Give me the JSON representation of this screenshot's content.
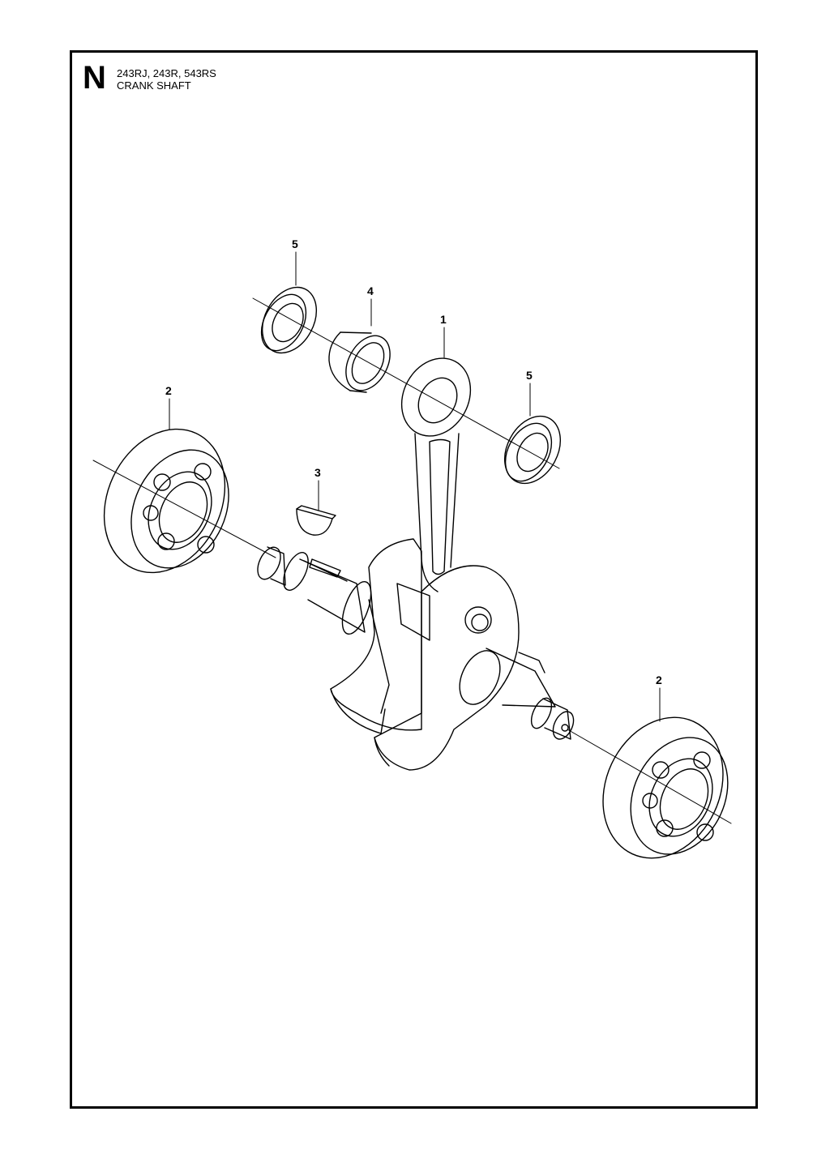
{
  "header": {
    "section_letter": "N",
    "models": "243RJ, 243R, 543RS",
    "title": "CRANK SHAFT"
  },
  "callouts": [
    {
      "id": "c5a",
      "label": "5"
    },
    {
      "id": "c4",
      "label": "4"
    },
    {
      "id": "c1",
      "label": "1"
    },
    {
      "id": "c5b",
      "label": "5"
    },
    {
      "id": "c2a",
      "label": "2"
    },
    {
      "id": "c3",
      "label": "3"
    },
    {
      "id": "c2b",
      "label": "2"
    }
  ]
}
